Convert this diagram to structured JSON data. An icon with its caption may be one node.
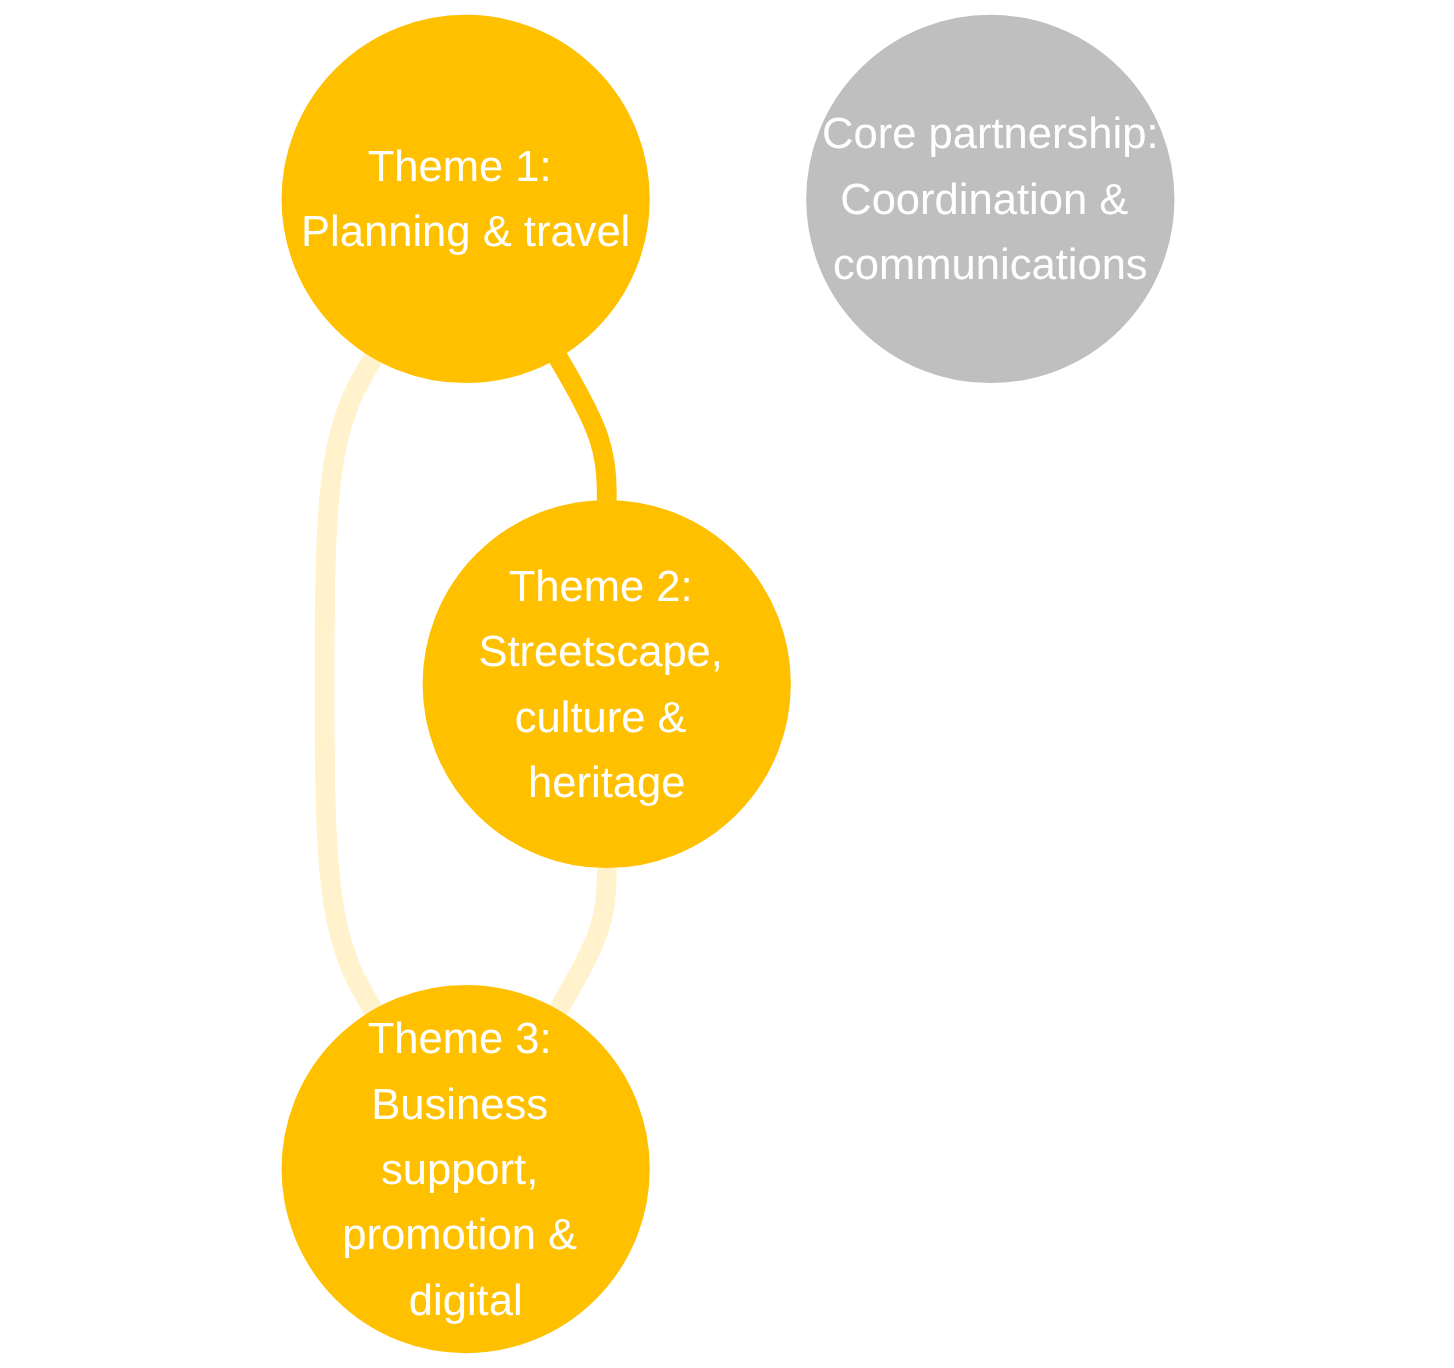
{
  "diagram": {
    "nodes": [
      {
        "text": [
          "Theme 1: Planning & travel"
        ]
      },
      {
        "text": [
          "Core partnership:",
          "Coordination & communications"
        ]
      },
      {
        "text": [
          "Theme 2: Streetscape, culture & heritage"
        ]
      },
      {
        "text": [
          "Theme 3: Business support, promotion & digital"
        ]
      }
    ],
    "edges": [
      {
        "from": 0,
        "to": 2,
        "arrow": "none",
        "color": "#ffc000"
      },
      {
        "from": 0,
        "to": 3,
        "arrow": "none"
      },
      {
        "from": 2,
        "to": 3,
        "arrow": "none"
      }
    ]
  }
}
